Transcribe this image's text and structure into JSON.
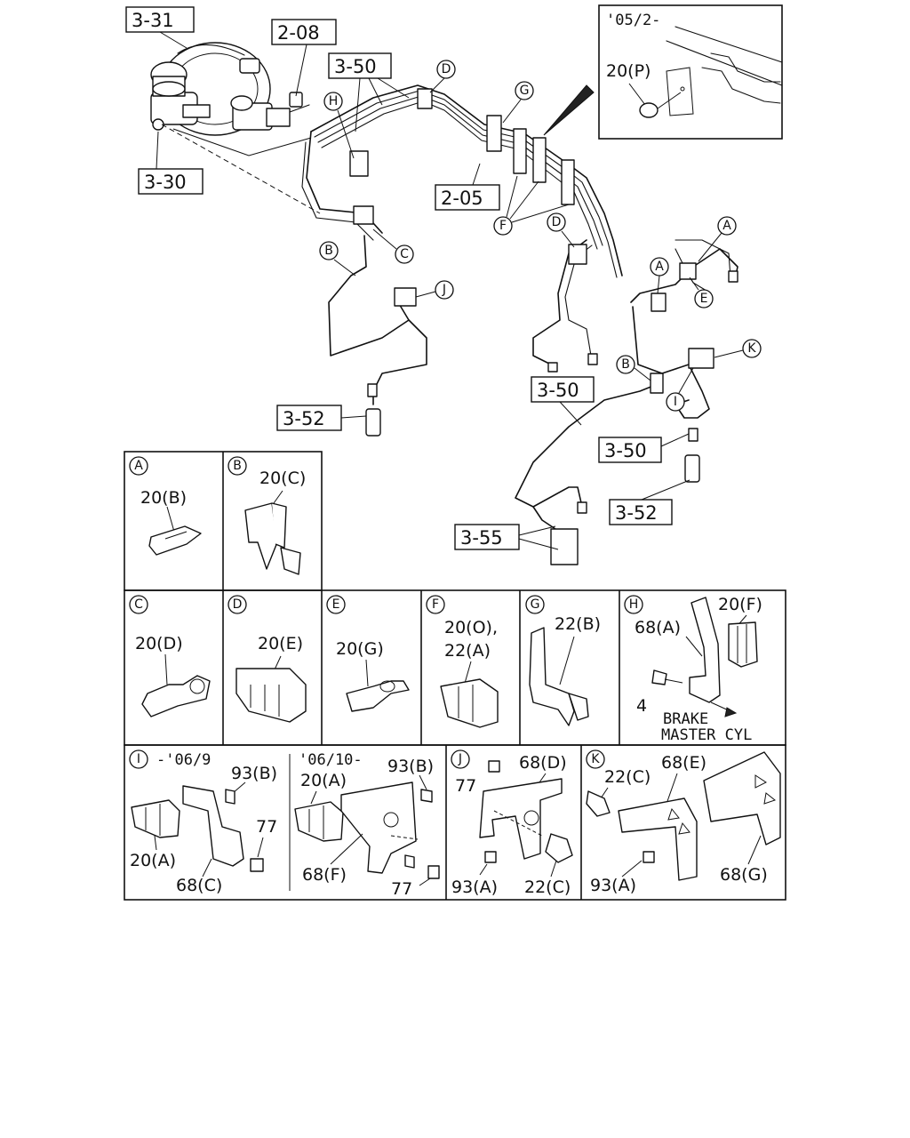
{
  "refs": {
    "r331": "3-31",
    "r208": "2-08",
    "r350a": "3-50",
    "r330": "3-30",
    "r205": "2-05",
    "r352a": "3-52",
    "r350b": "3-50",
    "r350c": "3-50",
    "r352b": "3-52",
    "r355": "3-55"
  },
  "inset": {
    "date": "'05/2-",
    "part": "20(P)"
  },
  "callouts": {
    "a1": "A",
    "a2": "A",
    "b1": "B",
    "b2": "B",
    "c1": "C",
    "d1": "D",
    "d2": "D",
    "e1": "E",
    "f1": "F",
    "g1": "G",
    "h1": "H",
    "i1": "I",
    "j1": "J",
    "k1": "K"
  },
  "details": {
    "A": {
      "letter": "A",
      "part": "20(B)"
    },
    "B": {
      "letter": "B",
      "part": "20(C)"
    },
    "C": {
      "letter": "C",
      "part": "20(D)"
    },
    "D": {
      "letter": "D",
      "part": "20(E)"
    },
    "E": {
      "letter": "E",
      "part": "20(G)"
    },
    "F": {
      "letter": "F",
      "part1": "20(O),",
      "part2": "22(A)"
    },
    "G": {
      "letter": "G",
      "part": "22(B)"
    },
    "H": {
      "letter": "H",
      "bracket": "68(A)",
      "clip": "20(F)",
      "bolt": "4",
      "note1": "BRAKE",
      "note2": "MASTER CYL"
    },
    "I": {
      "letter": "I",
      "period_a": "-'06/9",
      "period_b": "'06/10-",
      "a_bolt": "93(B)",
      "a_clip": "20(A)",
      "a_bracket": "68(C)",
      "a_nut": "77",
      "b_bolt": "93(B)",
      "b_clip": "20(A)",
      "b_bracket": "68(F)",
      "b_nut": "77"
    },
    "J": {
      "letter": "J",
      "nut": "77",
      "bracket": "68(D)",
      "bolt": "93(A)",
      "clamp": "22(C)"
    },
    "K": {
      "letter": "K",
      "clamp": "22(C)",
      "bracket1": "68(E)",
      "bolt": "93(A)",
      "bracket2": "68(G)"
    }
  }
}
